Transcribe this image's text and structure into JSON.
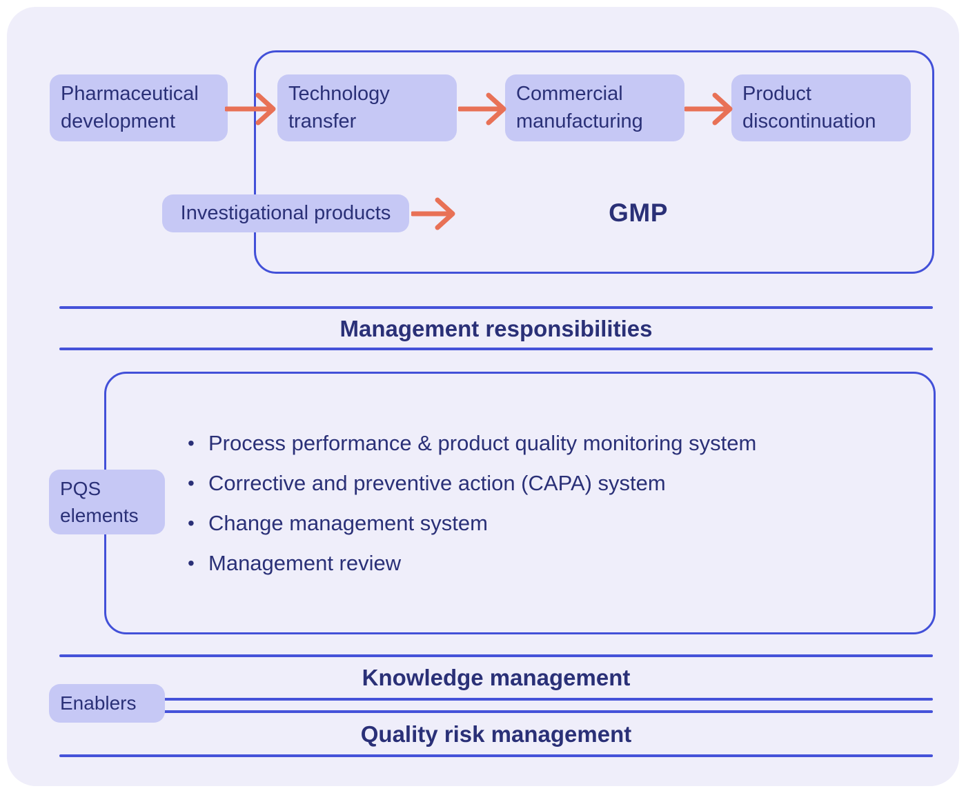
{
  "colors": {
    "canvas_background": "#EFEEFA",
    "chip_background": "#C6C8F5",
    "text_navy": "#2A3077",
    "line_blue": "#4552D9",
    "arrow_coral": "#E87156"
  },
  "lifecycle": {
    "stages": [
      {
        "label": "Pharmaceutical development"
      },
      {
        "label": "Technology transfer"
      },
      {
        "label": "Commercial manufacturing"
      },
      {
        "label": "Product discontinuation"
      }
    ],
    "investigational_label": "Investigational products",
    "gmp_label": "GMP"
  },
  "bands": {
    "management": "Management responsibilities",
    "knowledge": "Knowledge management",
    "quality_risk": "Quality risk management"
  },
  "pqs": {
    "side_label_line1": "PQS",
    "side_label_line2": "elements",
    "items": [
      "Process performance & product quality monitoring system",
      "Corrective and preventive action (CAPA) system",
      "Change management system",
      "Management review"
    ]
  },
  "enablers": {
    "label": "Enablers"
  }
}
